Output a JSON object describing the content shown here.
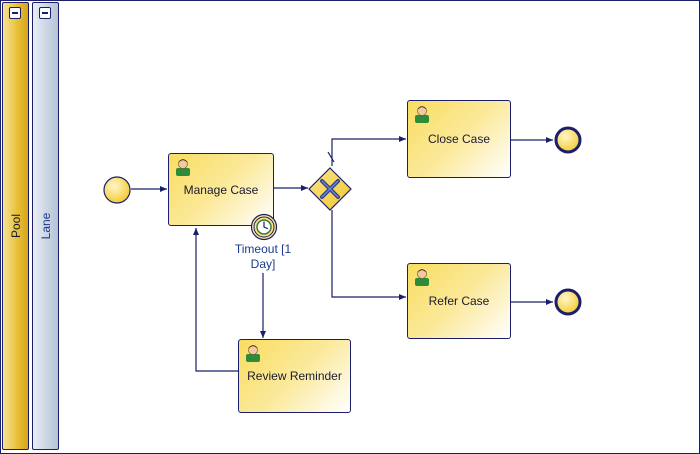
{
  "pool": {
    "label": "Pool"
  },
  "lane": {
    "label": "Lane"
  },
  "tasks": {
    "manage_case": "Manage Case",
    "close_case": "Close Case",
    "refer_case": "Refer Case",
    "review_reminder": "Review Reminder"
  },
  "timer_event": {
    "label": "Timeout [1 Day]"
  },
  "icons": [
    "collapse-icon",
    "user-icon",
    "clock-icon",
    "exclusive-gateway-x-icon"
  ],
  "colors": {
    "stroke": "#1b1f6b",
    "task_fill": "#f9dd60",
    "event_fill": "#f7d64a",
    "pool_fill": "#e9c23a",
    "lane_fill": "#c9d4e2"
  }
}
